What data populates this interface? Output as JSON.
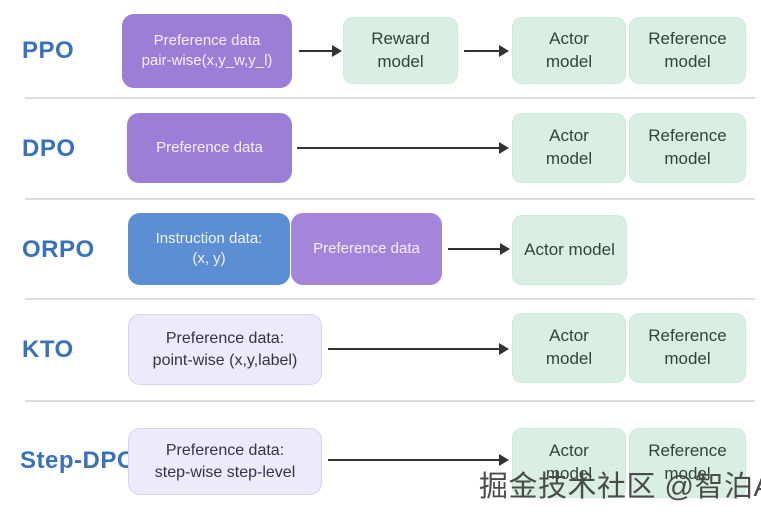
{
  "colors": {
    "label_blue": "#3a72ba",
    "purple_box": "#9c7ed7",
    "purple_box_light": "#a585da",
    "blue_box": "#5c8ed3",
    "lavender_box": "#edeafa",
    "lavender_border": "#d9d2f0",
    "green_box": "#d9efe3",
    "green_text": "#33433b",
    "divider": "#dddddd",
    "arrow": "#333333",
    "watermark_text_color": "#4b4b4b"
  },
  "rows": {
    "ppo": {
      "label": "PPO",
      "data_box": {
        "line1": "Preference data",
        "line2": "pair-wise(x,y_w,y_l)"
      },
      "reward_box": {
        "line1": "Reward",
        "line2": "model"
      },
      "actor_box": {
        "line1": "Actor",
        "line2": "model"
      },
      "reference_box": {
        "line1": "Reference",
        "line2": "model"
      }
    },
    "dpo": {
      "label": "DPO",
      "data_box": {
        "line1": "Preference data"
      },
      "actor_box": {
        "line1": "Actor",
        "line2": "model"
      },
      "reference_box": {
        "line1": "Reference",
        "line2": "model"
      }
    },
    "orpo": {
      "label": "ORPO",
      "instruction_box": {
        "line1": "Instruction data:",
        "line2": "(x, y)"
      },
      "preference_box": {
        "line1": "Preference data"
      },
      "actor_box": {
        "line1": "Actor model"
      }
    },
    "kto": {
      "label": "KTO",
      "data_box": {
        "line1": "Preference data:",
        "line2": "point-wise (x,y,label)"
      },
      "actor_box": {
        "line1": "Actor",
        "line2": "model"
      },
      "reference_box": {
        "line1": "Reference",
        "line2": "model"
      }
    },
    "stepdpo": {
      "label": "Step-DPO",
      "data_box": {
        "line1": "Preference data:",
        "line2": "step-wise step-level"
      },
      "actor_box": {
        "line1": "Actor",
        "line2": "model"
      },
      "reference_box": {
        "line1": "Reference",
        "line2": "model"
      }
    }
  },
  "watermark": "掘金技术社区 @智泊AI"
}
